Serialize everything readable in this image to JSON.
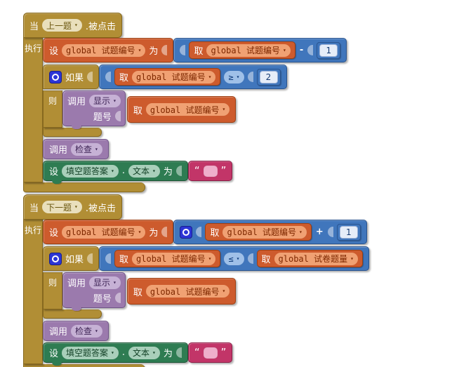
{
  "colors": {
    "canvas": "#FFFFFF",
    "event_gold": "#B18E35",
    "variable_orange": "#CD5B2D",
    "math_blue": "#4076BC",
    "procedure_purple": "#9B7AAD",
    "component_green": "#2E7C52",
    "text_magenta": "#C23568",
    "gear_blue": "#2C35D6"
  },
  "labels": {
    "when": "当",
    "clicked": ".被点击",
    "do": "执行",
    "set": "设",
    "to": "为",
    "get": "取",
    "if": "如果",
    "then": "则",
    "call": "调用",
    "param": "题号",
    "dot": ".",
    "open_quote": "“",
    "close_quote": "”",
    "arrow": "▾"
  },
  "block1": {
    "component": "上一题",
    "variable": "global 试题编号",
    "operator": "-",
    "operand": "1",
    "comparator": "≥",
    "compare_value": "2",
    "show_proc": "显示",
    "check_proc": "检查",
    "answer_component": "填空题答案",
    "text_property": "文本",
    "empty_text": ""
  },
  "block2": {
    "component": "下一题",
    "variable": "global 试题编号",
    "operator": "+",
    "operand": "1",
    "comparator": "≤",
    "compare_variable": "global 试卷题量",
    "show_proc": "显示",
    "check_proc": "检查",
    "answer_component": "填空题答案",
    "text_property": "文本",
    "empty_text": ""
  }
}
